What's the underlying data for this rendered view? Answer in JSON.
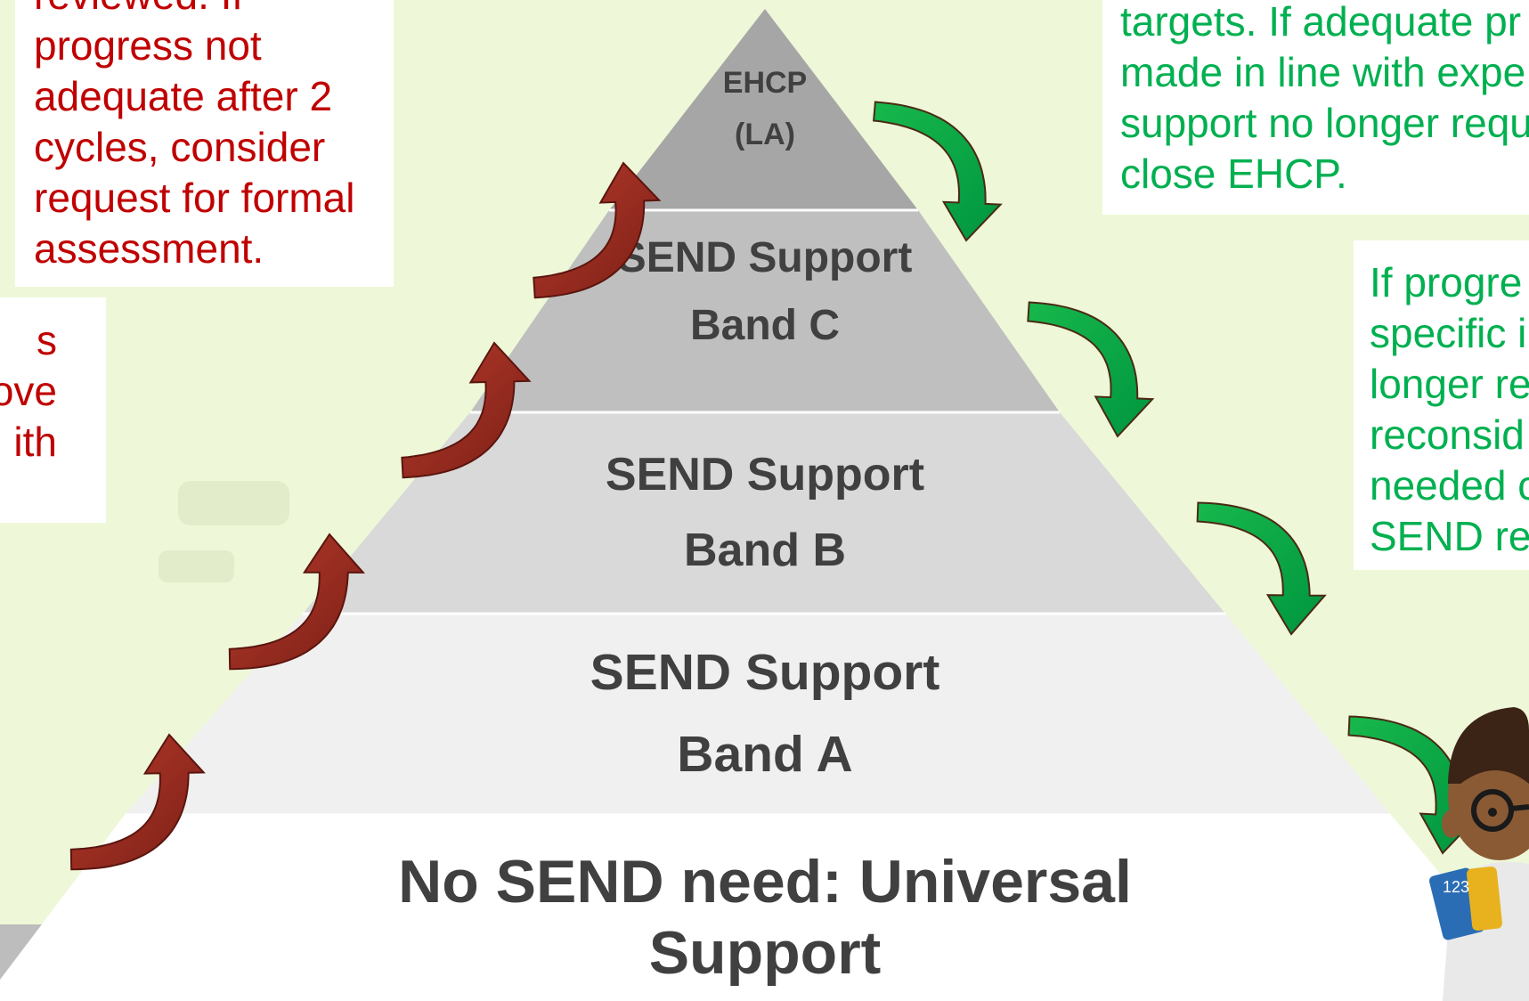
{
  "pyramid": {
    "tiers": [
      {
        "line1": "EHCP",
        "line2": "(LA)"
      },
      {
        "line1": "SEND Support",
        "line2": "Band C"
      },
      {
        "line1": "SEND Support",
        "line2": "Band B"
      },
      {
        "line1": "SEND Support",
        "line2": "Band A"
      },
      {
        "line1": "No SEND need:  Universal",
        "line2": "Support"
      }
    ]
  },
  "notes": {
    "top_left": [
      "reviewed.  If",
      "progress not",
      "adequate after 2",
      "cycles, consider",
      "request for formal",
      "assessment."
    ],
    "mid_left": [
      "s",
      "ove",
      "ith"
    ],
    "top_right": [
      "targets. If adequate pr",
      "made in line with expe",
      "support no longer requ",
      "close EHCP."
    ],
    "mid_right": [
      "If progre",
      "specific i",
      "longer re",
      "reconsid",
      "needed c",
      "SEND re"
    ]
  },
  "colors": {
    "background": "#eef8d8",
    "escalate_arrow": "#a52a1e",
    "deescalate_arrow": "#00b050",
    "red_text": "#c00000",
    "green_text": "#00b050"
  }
}
